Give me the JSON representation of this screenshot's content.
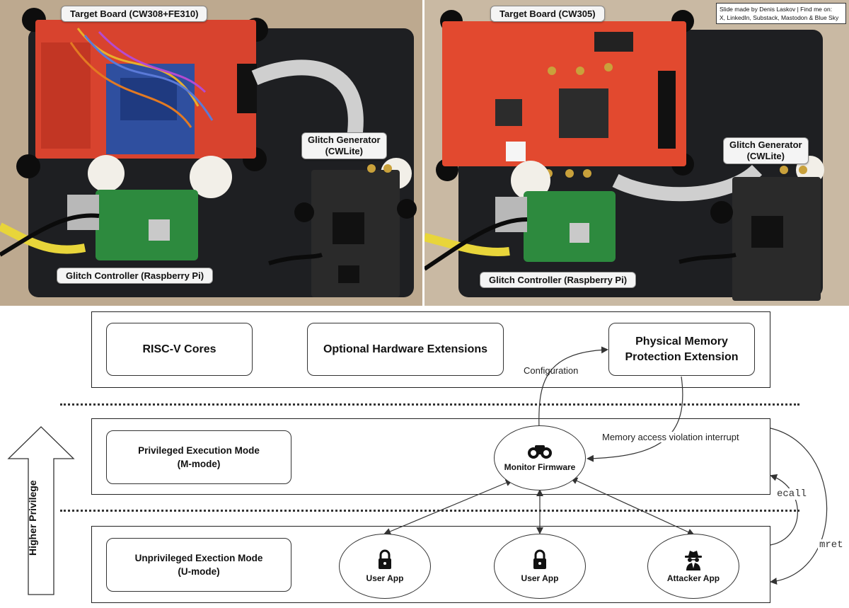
{
  "photos": {
    "left": {
      "target_label": "Target Board (CW308+FE310)",
      "generator_label_line1": "Glitch Generator",
      "generator_label_line2": "(CWLite)",
      "controller_label": "Glitch Controller (Raspberry Pi)"
    },
    "right": {
      "target_label": "Target Board (CW305)",
      "generator_label_line1": "Glitch Generator",
      "generator_label_line2": "(CWLite)",
      "controller_label": "Glitch Controller (Raspberry Pi)"
    },
    "credit_line1": "Slide made by Denis Laskov | Find me on:",
    "credit_line2": "X, LinkedIn, Substack, Mastodon & Blue Sky"
  },
  "diagram": {
    "hardware_layer": {
      "cores": "RISC-V Cores",
      "extensions": "Optional Hardware Extensions",
      "pmp_line1": "Physical Memory",
      "pmp_line2": "Protection Extension"
    },
    "m_mode": {
      "line1": "Privileged Execution Mode",
      "line2": "(M-mode)"
    },
    "u_mode": {
      "line1": "Unprivileged Exection Mode",
      "line2": "(U-mode)"
    },
    "monitor": {
      "label": "Monitor Firmware",
      "icon": "binoculars-icon"
    },
    "apps": [
      {
        "label": "User App",
        "icon": "lock-icon"
      },
      {
        "label": "User App",
        "icon": "lock-icon"
      },
      {
        "label": "Attacker App",
        "icon": "spy-icon"
      }
    ],
    "edge_labels": {
      "configuration": "Configuration",
      "violation": "Memory access violation interrupt",
      "ecall": "ecall",
      "mret": "mret"
    },
    "privilege_arrow_label": "Higher Privilege"
  }
}
